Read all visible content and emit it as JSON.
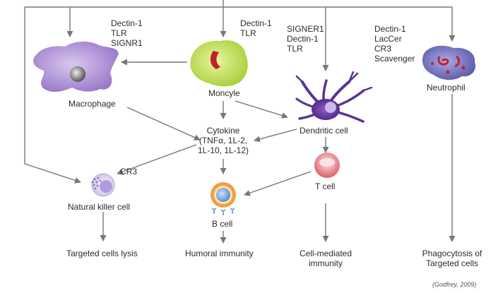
{
  "receptors": {
    "left": [
      "Dectin-1",
      "TLR",
      "SIGNR1"
    ],
    "middle": [
      "Dectin-1",
      "TLR"
    ],
    "dendritic": [
      "SIGNER1",
      "Dectin-1",
      "TLR"
    ],
    "neutrophil": [
      "Dectin-1",
      "LacCer",
      "CR3",
      "Scavenger"
    ]
  },
  "cells": {
    "macrophage": "Macrophage",
    "monocyte": "Moncyle",
    "dendritic": "Dendritic cell",
    "neutrophil": "Neutrophil",
    "tcell": "T cell",
    "nk": "Natural killer cell",
    "bcell": "B cell"
  },
  "cytokine": [
    "Cytokine",
    "(TNFα, 1L-2,",
    "1L-10, 1L-12)"
  ],
  "nk_receptor": "CR3",
  "outcomes": {
    "nk": "Targeted cells lysis",
    "bcell": "Humoral immunity",
    "tcell": [
      "Cell-mediated",
      "immunity"
    ],
    "neutrophil": [
      "Phagocytosis of",
      "Targeted cells"
    ]
  },
  "citation": "(Godfrey, 2009)",
  "colors": {
    "arrow": "#777777",
    "macrophage": "#9a78c8",
    "monocyte": "#b5d84a",
    "monocyte_nucleus": "#c0222a",
    "dendritic": "#5b3296",
    "neutrophil": "#6f6fb8",
    "tcell": "#e07c80",
    "nk": "#b9a6e0",
    "bcell_ring": "#f0a042",
    "bcell_core": "#7fa9e0"
  }
}
